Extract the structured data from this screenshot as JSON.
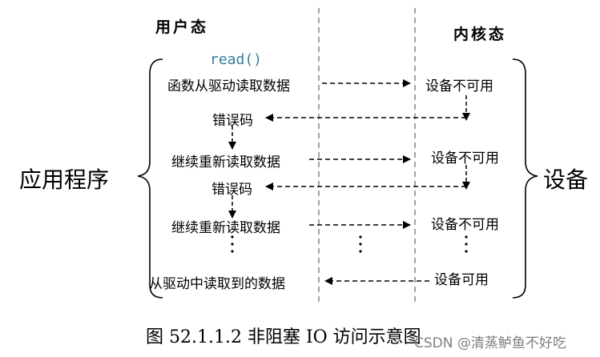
{
  "headers": {
    "user_space": "用户态",
    "kernel_space": "内核态"
  },
  "sides": {
    "application": "应用程序",
    "device": "设备"
  },
  "read_call": "read()",
  "user_steps": {
    "step1": "函数从驱动读取数据",
    "error1": "错误码",
    "step2": "继续重新读取数据",
    "error2": "错误码",
    "step3": "继续重新读取数据",
    "final": "从驱动中读取到的数据"
  },
  "device_states": {
    "state1": "设备不可用",
    "state2": "设备不可用",
    "state3": "设备不可用",
    "state4": "设备可用"
  },
  "caption": "图 52.1.1.2 非阻塞 IO 访问示意图",
  "watermark": "CSDN @清蒸鲈鱼不好吃",
  "colors": {
    "read_text": "#2e7d9c",
    "divider": "#8c8c8c"
  }
}
